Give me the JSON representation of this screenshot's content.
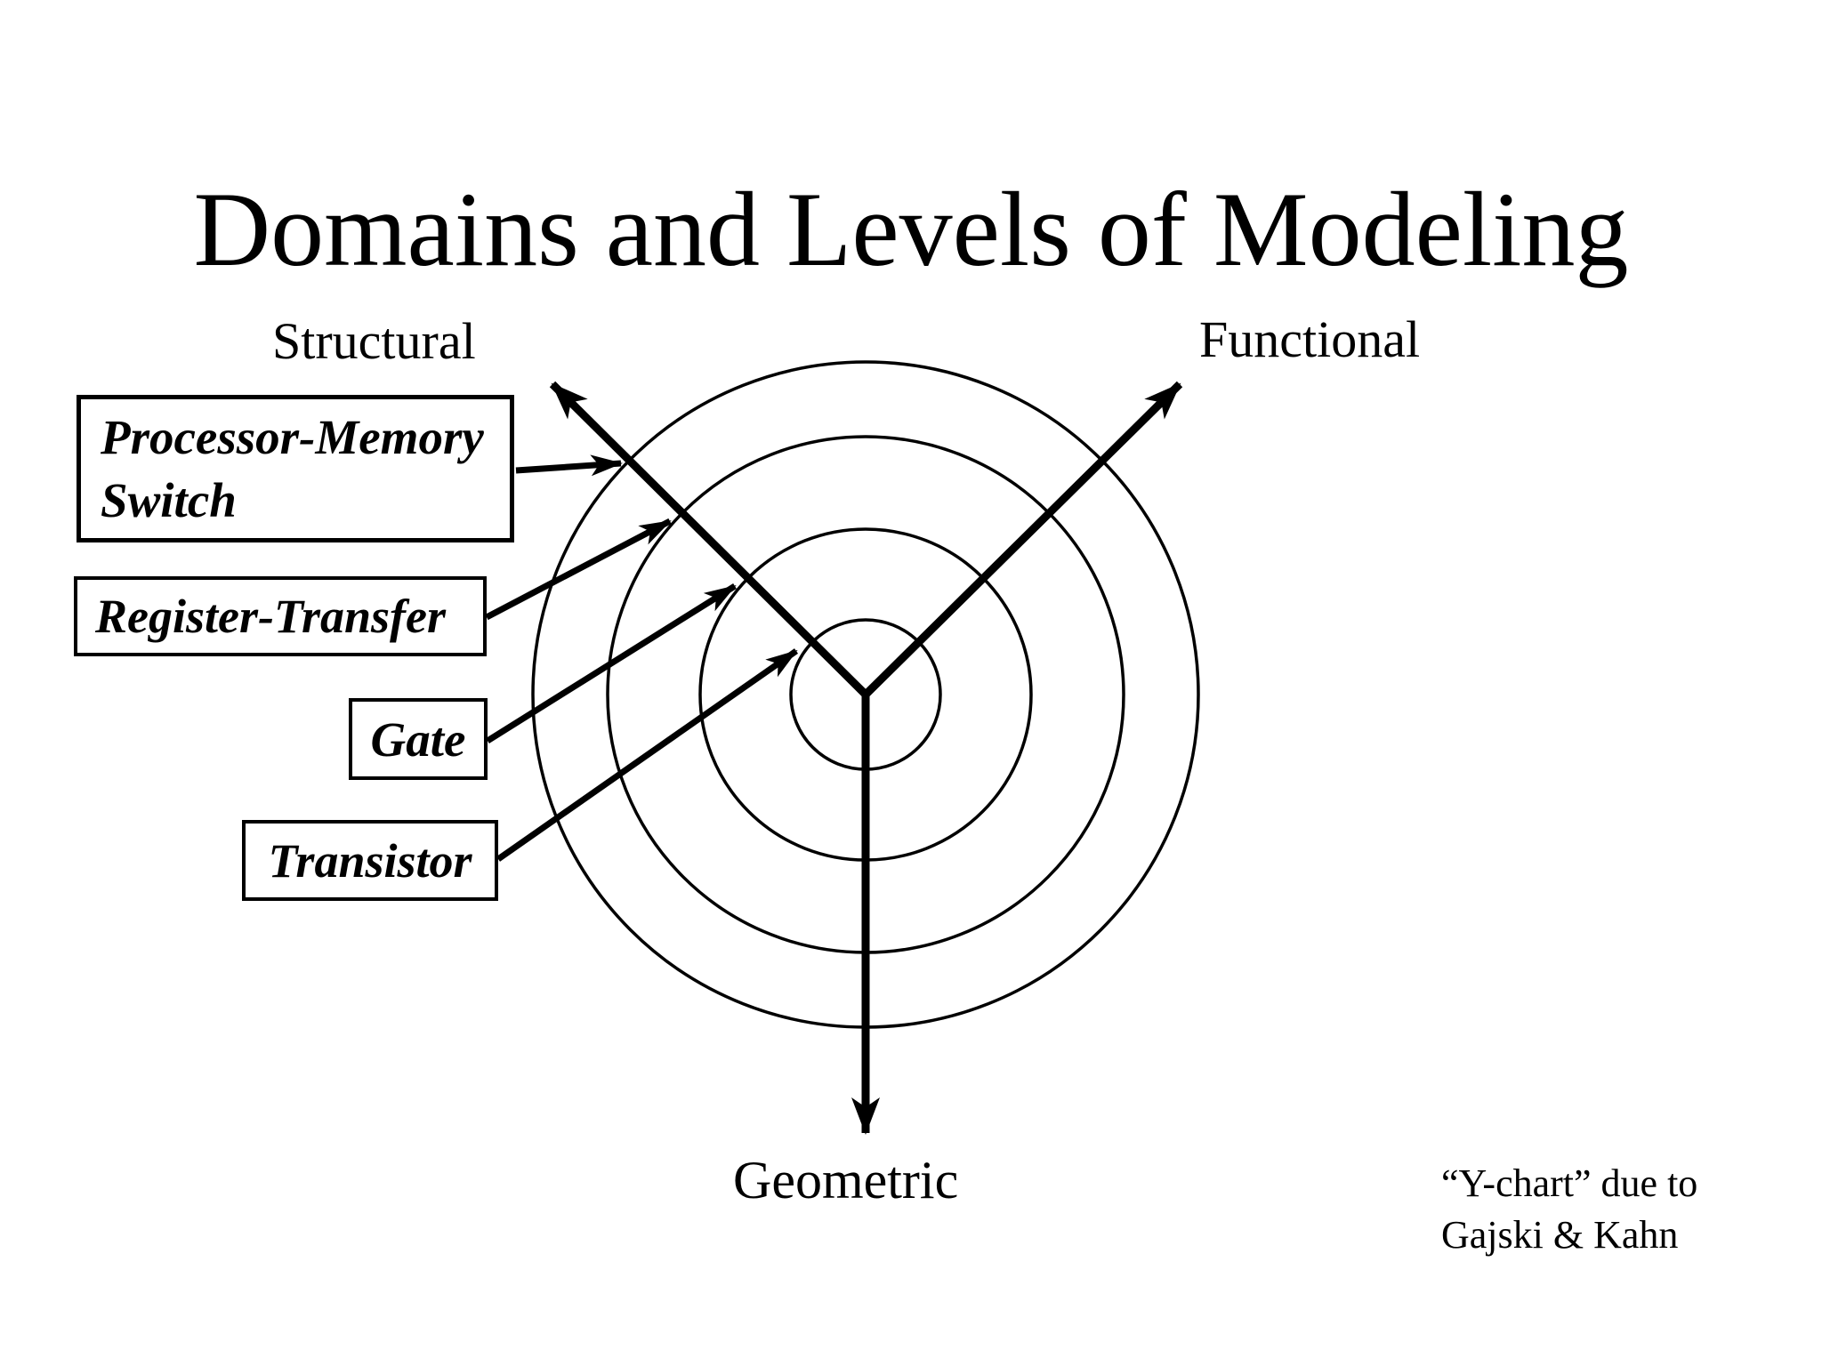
{
  "slide": {
    "title": "Domains and Levels of Modeling",
    "background_color": "#ffffff",
    "ink_color": "#000000"
  },
  "axes": {
    "structural": {
      "label": "Structural"
    },
    "functional": {
      "label": "Functional"
    },
    "geometric": {
      "label": "Geometric"
    }
  },
  "diagram": {
    "type": "y-chart",
    "rings": 4,
    "description_icons": [
      "up-left-arrow-icon",
      "up-right-arrow-icon",
      "down-arrow-icon"
    ]
  },
  "levels": [
    {
      "line1": "Processor-Memory",
      "line2": "Switch",
      "ring": 4
    },
    {
      "label": "Register-Transfer",
      "ring": 3
    },
    {
      "label": "Gate",
      "ring": 2
    },
    {
      "label": "Transistor",
      "ring": 1
    }
  ],
  "attribution": {
    "line1": "“Y-chart” due to",
    "line2": "Gajski & Kahn"
  }
}
